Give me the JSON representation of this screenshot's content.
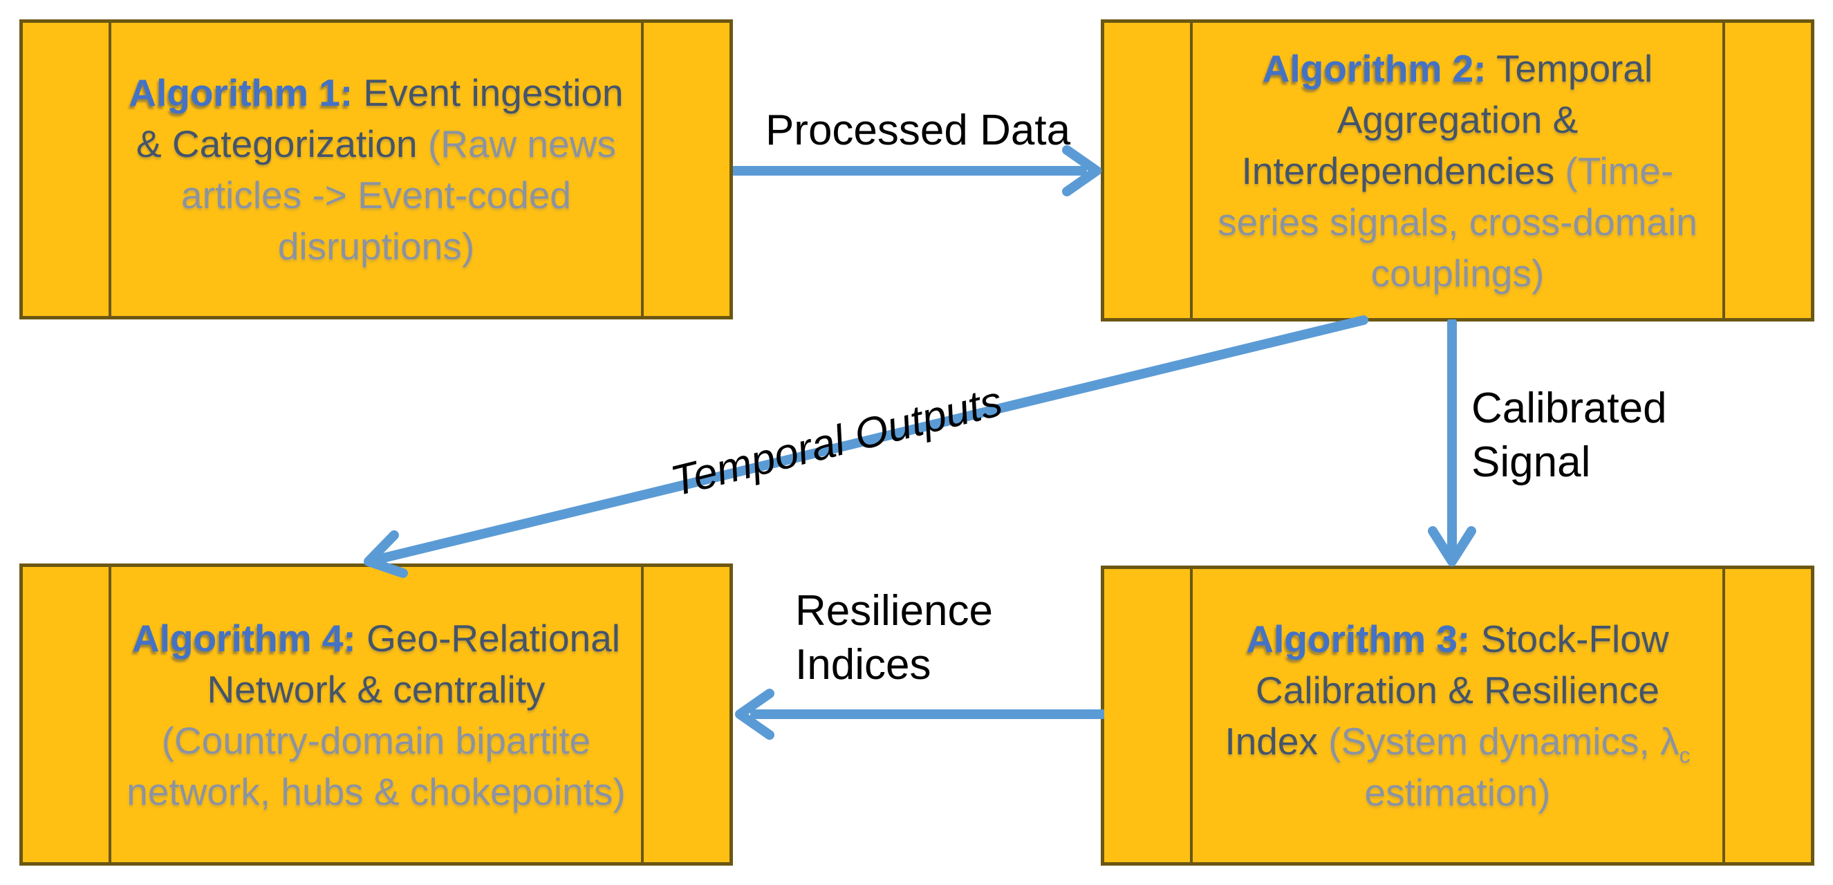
{
  "diagram": {
    "title": "Algorithm flow diagram",
    "colors": {
      "box_fill": "#ffc013",
      "box_border": "#6b5712",
      "algorithm_label_blue": "#4472c4",
      "title_text_dark": "#44546a",
      "subtitle_text_gray": "#8b93a3",
      "arrow_blue": "#5b9bd5",
      "label_text": "#000000",
      "background": "#ffffff"
    }
  },
  "boxes": [
    {
      "id": "algorithm-1",
      "title_bold": "Algorithm 1:",
      "title_rest": " Event ingestion & Categorization ",
      "paren": "(Raw news articles -> Event-coded disruptions)"
    },
    {
      "id": "algorithm-2",
      "title_bold": "Algorithm 2:",
      "title_rest": " Temporal Aggregation & Interdependencies ",
      "paren": "(Time-series signals, cross-domain couplings)"
    },
    {
      "id": "algorithm-3",
      "title_bold": "Algorithm 3:",
      "title_rest": " Stock-Flow Calibration & Resilience Index ",
      "paren_pre": "(System dynamics, λ",
      "paren_sub": "c",
      "paren_post": " estimation)"
    },
    {
      "id": "algorithm-4",
      "title_bold": "Algorithm 4:",
      "title_rest": " Geo-Relational Network & centrality ",
      "paren": "(Country-domain bipartite network, hubs & chokepoints)"
    }
  ],
  "arrows": [
    {
      "id": "processed-data",
      "label": "Processed Data",
      "from": "algorithm-1",
      "to": "algorithm-2"
    },
    {
      "id": "calibrated-signal",
      "label": "Calibrated\nSignal",
      "from": "algorithm-2",
      "to": "algorithm-3"
    },
    {
      "id": "temporal-outputs",
      "label": "Temporal Outputs",
      "from": "algorithm-2",
      "to": "algorithm-4"
    },
    {
      "id": "resilience-indices",
      "label": "Resilience\nIndices",
      "from": "algorithm-3",
      "to": "algorithm-4"
    }
  ]
}
